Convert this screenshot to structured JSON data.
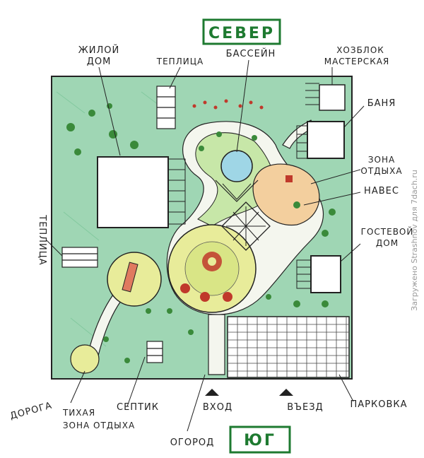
{
  "compass": {
    "north": "СЕВЕР",
    "south": "ЮГ"
  },
  "labels": {
    "house": [
      "ЖИЛОЙ",
      "ДОМ"
    ],
    "greenhouse_top": "ТЕПЛИЦА",
    "pool": "БАССЕЙН",
    "utility": [
      "ХОЗБЛОК",
      "МАСТЕРСКАЯ"
    ],
    "sauna": "БАНЯ",
    "rest_zone": [
      "ЗОНА",
      "ОТДЫХА"
    ],
    "canopy": "НАВЕС",
    "guest_house": [
      "ГОСТЕВОЙ",
      "ДОМ"
    ],
    "greenhouse_left": "ТЕПЛИЦА",
    "road": "ДОРОГА",
    "quiet_zone": [
      "ТИХАЯ",
      "ЗОНА ОТДЫХА"
    ],
    "septic": "СЕПТИК",
    "entrance": "ВХОД",
    "driveway": "ВЪЕЗД",
    "parking": "ПАРКОВКА",
    "garden": "ОГОРОД"
  },
  "watermark": "Загружено Strashnov для 7dach.ru",
  "colors": {
    "lawn": "#9fd6b4",
    "lawn_dark": "#6fbf90",
    "path": "#f4f6ee",
    "yellow_zone": "#e8ec9a",
    "rest_zone": "#f3cf9e",
    "border_green": "#1e7a30",
    "ink": "#222222",
    "tree": "#3a8a3a",
    "flower": "#c0392b"
  }
}
